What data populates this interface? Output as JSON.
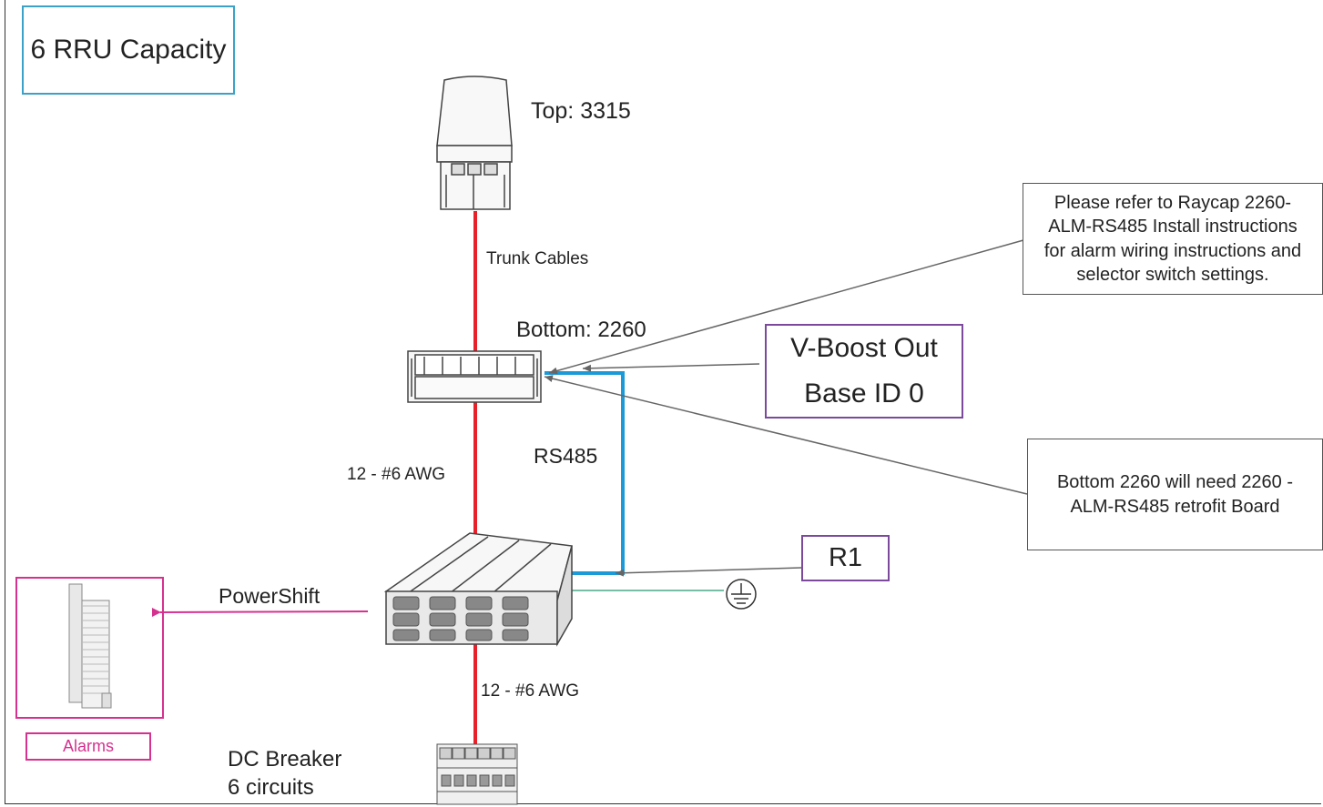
{
  "title": "6 RRU Capacity",
  "labels": {
    "top_unit": "Top: 3315",
    "trunk": "Trunk Cables",
    "bottom_unit": "Bottom: 2260",
    "awg_upper": "12 - #6 AWG",
    "rs485": "RS485",
    "powershift": "PowerShift",
    "awg_lower": "12 - #6 AWG",
    "dc_breaker_line1": "DC Breaker",
    "dc_breaker_line2": "6 circuits",
    "alarms": "Alarms",
    "r1": "R1"
  },
  "vboost": {
    "line1": "V-Boost Out",
    "line2": "Base ID 0"
  },
  "notes": {
    "install_lines": [
      "Please refer to Raycap 2260-",
      "ALM-RS485 Install instructions",
      "for alarm wiring instructions and",
      "selector switch settings."
    ],
    "retrofit_lines": [
      "Bottom 2260 will need 2260 -",
      "ALM-RS485 retrofit Board"
    ]
  },
  "colors": {
    "power_cable": "#e8202a",
    "rs485_cable": "#1c9ad8",
    "ground_wire": "#4aa88a",
    "powershift_arrow": "#d5318f",
    "title_border": "#3aa2c8",
    "callout_border": "#7b4a9c"
  }
}
